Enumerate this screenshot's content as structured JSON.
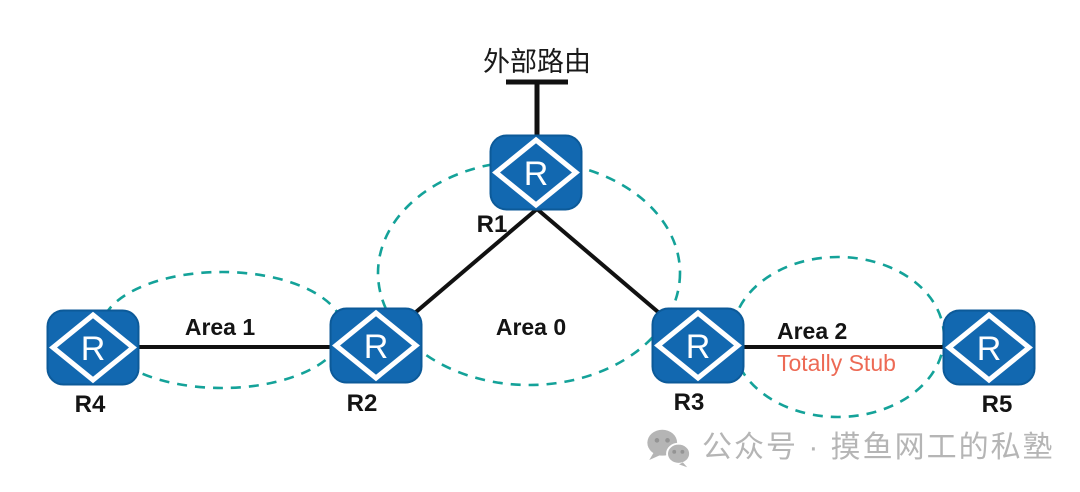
{
  "diagram": {
    "external_route": {
      "label": "外部路由"
    },
    "router_letter": "R",
    "nodes": {
      "r1": {
        "label": "R1"
      },
      "r2": {
        "label": "R2"
      },
      "r3": {
        "label": "R3"
      },
      "r4": {
        "label": "R4"
      },
      "r5": {
        "label": "R5"
      }
    },
    "areas": {
      "area1": {
        "label": "Area 1"
      },
      "area0": {
        "label": "Area 0"
      },
      "area2": {
        "label": "Area 2",
        "sublabel": "Totally Stub"
      }
    },
    "links": [
      "R4-R2",
      "R1-R2",
      "R1-R3",
      "R3-R5",
      "R1-external"
    ],
    "colors": {
      "router_blue": "#1268b0",
      "router_border_blue": "#0c5a99",
      "area_dash_teal": "#14a299",
      "link_black": "#111111",
      "totally_stub_red": "#ed6a55",
      "watermark_gray": "#b5b5b5"
    }
  },
  "watermark": {
    "icon": "wechat-icon",
    "text": "公众号 · 摸鱼网工的私塾"
  }
}
